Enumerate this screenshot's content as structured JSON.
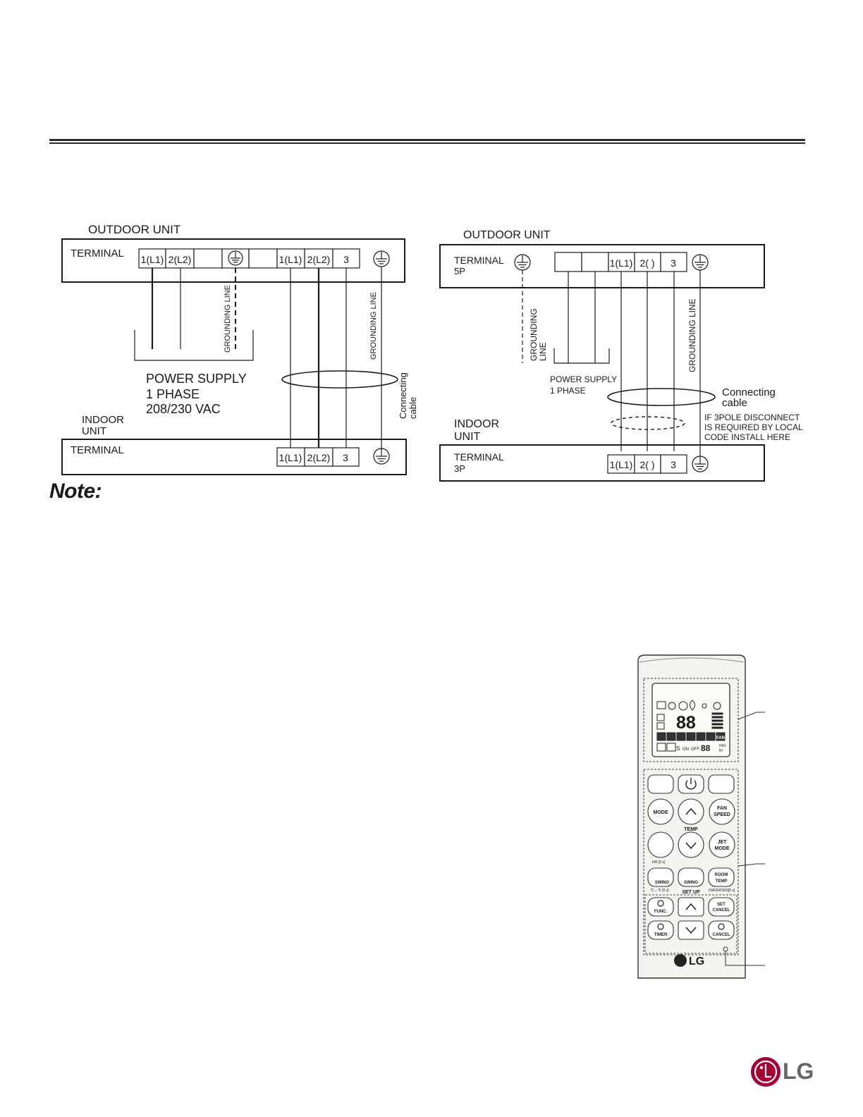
{
  "note_heading": "Note:",
  "diagram_left": {
    "outdoor_unit": "OUTDOOR UNIT",
    "terminal_top": "TERMINAL",
    "top_cells": [
      "1(L1)",
      "2(L2)",
      "",
      "",
      "",
      "1(L1)",
      "2(L2)",
      "3"
    ],
    "grounding_line_a": "GROUNDING LINE",
    "grounding_line_b": "GROUNDING LINE",
    "power_supply": [
      "POWER SUPPLY",
      "1 PHASE",
      "208/230 VAC"
    ],
    "connecting_cable": [
      "Connecting",
      "cable"
    ],
    "indoor_unit": [
      "INDOOR",
      "UNIT"
    ],
    "terminal_bottom": "TERMINAL",
    "bottom_cells": [
      "1(L1)",
      "2(L2)",
      "3"
    ]
  },
  "diagram_right": {
    "outdoor_unit": "OUTDOOR UNIT",
    "terminal_top": [
      "TERMINAL",
      "5P"
    ],
    "top_cells": [
      "",
      "",
      "1(L1)",
      "2(  )",
      "3"
    ],
    "grounding_line_a": [
      "GROUNDING",
      "LINE"
    ],
    "grounding_line_b": "GROUNDING LINE",
    "power_supply": [
      "POWER SUPPLY",
      "1 PHASE"
    ],
    "connecting_cable": [
      "Connecting",
      "cable"
    ],
    "disconnect_note": [
      "IF 3POLE DISCONNECT",
      "IS REQUIRED BY LOCAL",
      "CODE INSTALL HERE"
    ],
    "indoor_unit": [
      "INDOOR",
      "UNIT"
    ],
    "terminal_bottom": [
      "TERMINAL",
      "3P"
    ],
    "bottom_cells": [
      "1(L1)",
      "2(  )",
      "3"
    ]
  },
  "remote": {
    "buttons": {
      "mode": "MODE",
      "fan_speed": [
        "FAN",
        "SPEED"
      ],
      "temp": "TEMP",
      "jet_mode": [
        "JET",
        "MODE"
      ],
      "kw": "kW [3 s]",
      "swing_v": "SWING",
      "swing_h": "SWING",
      "room_temp": [
        "ROOM",
        "TEMP"
      ],
      "unit_hint": "°C↔°F [5 s]",
      "set_up": "SET UP",
      "diagnosis": "DIAGNOSIS[5 s]",
      "func": "FUNC.",
      "set_cancel": [
        "SET",
        "CANCEL"
      ],
      "timer": "TIMER",
      "cancel": "CANCEL"
    },
    "display": {
      "digits": "88",
      "timer_digits": "88",
      "timer_units": [
        "min",
        "hr"
      ],
      "on_label": "ON",
      "off_label": "OFF",
      "s_label": "S",
      "fan_label": "FAN"
    },
    "brand": "LG"
  },
  "footer_brand": "LG",
  "colors": {
    "lg_red": "#a50034",
    "remote_body": "#f4f3ef",
    "ink": "#1a1a1a"
  }
}
